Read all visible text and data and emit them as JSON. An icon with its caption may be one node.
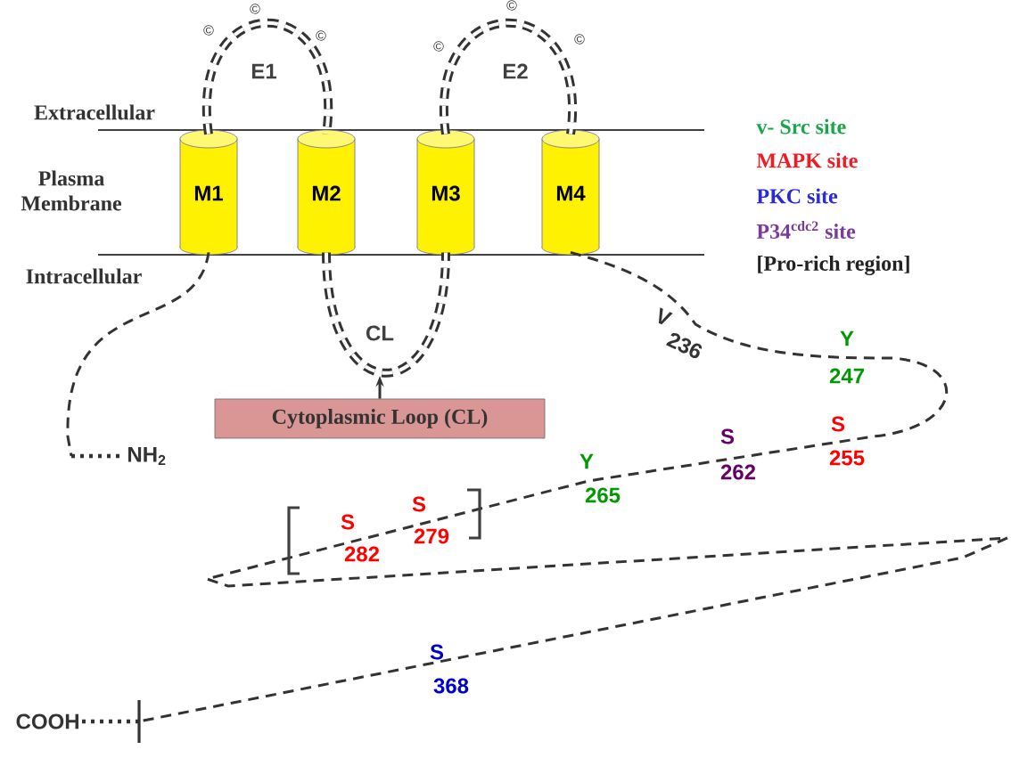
{
  "diagram": {
    "nodes": [
      {
        "text": [
          "M1"
        ]
      },
      {
        "text": [
          "M2"
        ]
      },
      {
        "text": [
          "M3"
        ]
      },
      {
        "text": [
          "M4"
        ]
      },
      {
        "text": [
          "Cytoplasmic Loop (CL)"
        ]
      },
      {
        "text": [
          "NH$_{2}$"
        ]
      },
      {
        "text": [
          "COOH"
        ]
      }
    ],
    "edges": [
      {
        "from": 0,
        "to": 1,
        "arrow": "none",
        "label": "E1",
        "style": "dashed"
      },
      {
        "from": 1,
        "to": 2,
        "arrow": "none",
        "label": "CL",
        "style": "dashed"
      },
      {
        "from": 2,
        "to": 3,
        "arrow": "none",
        "label": "E2",
        "style": "dashed"
      },
      {
        "from": 4,
        "to": null,
        "arrow": "to"
      },
      {
        "from": 0,
        "to": 5,
        "arrow": "none",
        "style": "dashed"
      },
      {
        "from": 3,
        "to": 6,
        "arrow": "none",
        "style": "dashed"
      }
    ],
    "labels": [
      "©",
      "©",
      "©",
      "©",
      "©",
      "©",
      "Extracellular",
      "Plasma Membrane",
      "Intracellular",
      "V",
      "236",
      "Y",
      "247",
      "S",
      "255",
      "S",
      "262",
      "Y",
      "265",
      "S",
      "279",
      "S",
      "282",
      "S",
      "368"
    ],
    "legend": [
      {
        "text": "v- Src site",
        "color": "#1aa64a"
      },
      {
        "text": "MAPK site",
        "color": "#ee1c24"
      },
      {
        "text": "PKC site",
        "color": "#2a2ad8"
      },
      {
        "text": "P34$^{cdc2}$ site",
        "color": "#7a3b9a"
      },
      {
        "text": "[Pro-rich region]",
        "color": "#222222"
      }
    ]
  }
}
